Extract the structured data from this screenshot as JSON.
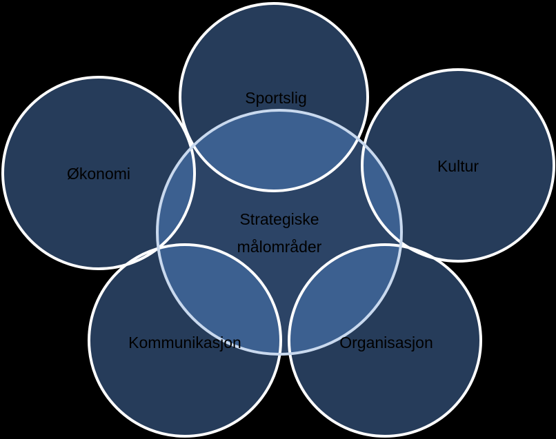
{
  "diagram": {
    "background_color": "#000000",
    "outer_fill": "#263c5a",
    "center_fill": "#2c4466",
    "overlap_fill": "#3c6090",
    "stroke_color": "#ffffff",
    "center_stroke_color": "#c9d9ee",
    "center": {
      "label_line1": "Strategiske",
      "label_line2": "målområder"
    },
    "outer": {
      "sportslig": "Sportslig",
      "kultur": "Kultur",
      "okonomi": "Økonomi",
      "kommunikasjon": "Kommunikasjon",
      "organisasjon": "Organisasjon"
    }
  }
}
